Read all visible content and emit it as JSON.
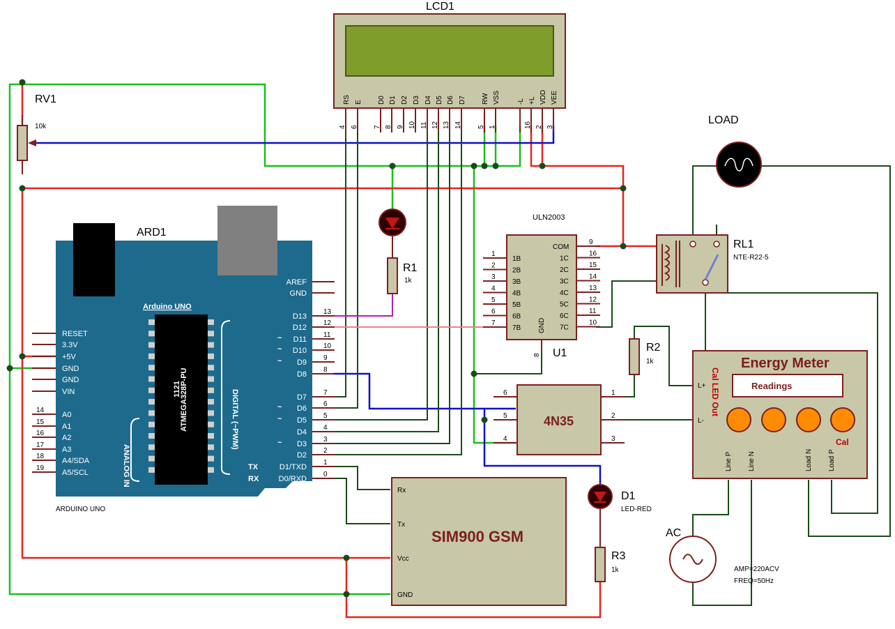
{
  "lcd": {
    "ref": "LCD1",
    "pin_names": [
      "RS",
      "E",
      "D0",
      "D1",
      "D2",
      "D3",
      "D4",
      "D5",
      "D6",
      "D7",
      "RW",
      "VSS",
      "-L",
      "+L",
      "VDD",
      "VEE"
    ],
    "pin_numbers": [
      "4",
      "6",
      "7",
      "8",
      "9",
      "10",
      "11",
      "12",
      "13",
      "14",
      "5",
      "1",
      "16",
      "2",
      "3"
    ]
  },
  "rv1": {
    "ref": "RV1",
    "value": "10k"
  },
  "load": {
    "ref": "LOAD"
  },
  "uln": {
    "title": "ULN2003",
    "ref": "U1",
    "inputs": [
      "1B",
      "2B",
      "3B",
      "4B",
      "5B",
      "6B",
      "7B"
    ],
    "input_nums": [
      "1",
      "2",
      "3",
      "4",
      "5",
      "6",
      "7"
    ],
    "outputs": [
      "COM",
      "1C",
      "2C",
      "3C",
      "4C",
      "5C",
      "6C",
      "7C"
    ],
    "output_nums": [
      "9",
      "16",
      "15",
      "14",
      "13",
      "12",
      "11",
      "10"
    ],
    "gnd": "GND",
    "gnd_num": "8"
  },
  "relay": {
    "ref": "RL1",
    "value": "NTE-R22-5"
  },
  "r1": {
    "ref": "R1",
    "value": "1k"
  },
  "r2": {
    "ref": "R2",
    "value": "1k"
  },
  "r3": {
    "ref": "R3",
    "value": "1k"
  },
  "d1": {
    "ref": "D1",
    "value": "LED-RED"
  },
  "ac": {
    "ref": "AC",
    "amp": "AMP=220ACV",
    "freq": "FREQ=50Hz"
  },
  "arduino": {
    "ref": "ARD1",
    "title": "Arduino UNO",
    "footer": "ARDUINO UNO",
    "chip": "ATMEGA328P-PU",
    "chip_code": "1121",
    "analog": "ANALOG IN",
    "digital": "DIGITAL (~PWM)",
    "tx": "TX",
    "rx": "RX",
    "left_pins": [
      "RESET",
      "3.3V",
      "+5V",
      "GND",
      "GND",
      "VIN"
    ],
    "analog_pins": [
      "A0",
      "A1",
      "A2",
      "A3",
      "A4/SDA",
      "A5/SCL"
    ],
    "analog_nums": [
      "14",
      "15",
      "16",
      "17",
      "18",
      "19"
    ],
    "top_pins": [
      "AREF",
      "GND"
    ],
    "digital_pins": [
      "D13",
      "D12",
      "D11",
      "D10",
      "D9",
      "D8",
      "D7",
      "D6",
      "D5",
      "D4",
      "D3",
      "D2",
      "D1/TXD",
      "D0/RXD"
    ],
    "digital_nums": [
      "13",
      "12",
      "11",
      "10",
      "9",
      "8",
      "7",
      "6",
      "5",
      "4",
      "3",
      "2",
      "1",
      "0"
    ],
    "pwm_mark": "~"
  },
  "optocoupler": {
    "name": "4N35",
    "pins": [
      "6",
      "5",
      "4",
      "1",
      "2",
      "3"
    ]
  },
  "gsm": {
    "name": "SIM900 GSM",
    "pins": [
      "Rx",
      "Tx",
      "Vcc",
      "GND"
    ]
  },
  "meter": {
    "title": "Energy Meter",
    "readings": "Readings",
    "cal_led": "Cal LED Out",
    "lplus": "L+",
    "lminus": "L-",
    "cal": "Cal",
    "bottom_pins": [
      "Line P",
      "Line N",
      "Load N",
      "Load P"
    ]
  },
  "colors": {
    "board": "#1d6a8c",
    "component_fill": "#c8c7a8",
    "component_edge": "#7b1f1f",
    "lcd_screen": "#7f9d2b",
    "meter_button": "#ff8c00"
  }
}
